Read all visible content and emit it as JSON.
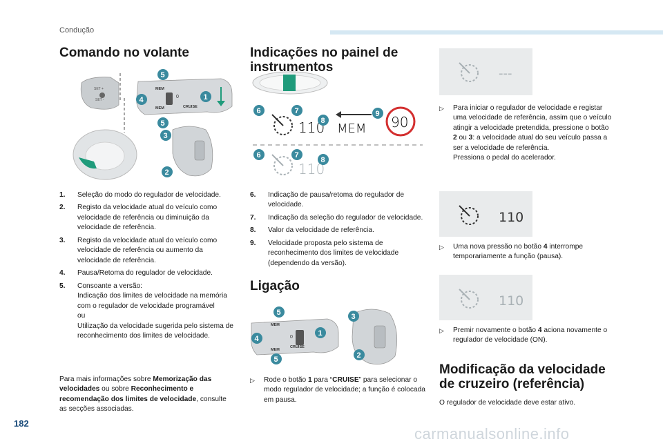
{
  "header": {
    "section": "Condução",
    "page_number": "182"
  },
  "watermark": "carmanualsonline.info",
  "headings": {
    "comando": "Comando no volante",
    "indicacoes": "Indicações no painel de instrumentos",
    "ligacao": "Ligação",
    "modificacao": "Modificação da velocidade de cruzeiro (referência)"
  },
  "list_comando": [
    {
      "n": "1.",
      "t": "Seleção do modo do regulador de velocidade."
    },
    {
      "n": "2.",
      "t": "Registo da velocidade atual do veículo como velocidade de referência ou diminuição da velocidade de referência."
    },
    {
      "n": "3.",
      "t": "Registo da velocidade atual do veículo como velocidade de referência ou aumento da velocidade de referência."
    },
    {
      "n": "4.",
      "t": "Pausa/Retoma do regulador de velocidade."
    },
    {
      "n": "5.",
      "t": "Consoante a versão:\nIndicação dos limites de velocidade na memória com o regulador de velocidade programável\nou\nUtilização da velocidade sugerida pelo sistema de reconhecimento dos limites de velocidade."
    }
  ],
  "more_info": {
    "p1": "Para mais informações sobre ",
    "b1": "Memorização das velocidades",
    "p2": " ou sobre ",
    "b2": "Reconhecimento e recomendação dos limites de velocidade",
    "p3": ", consulte as secções associadas."
  },
  "list_indicacoes": [
    {
      "n": "6.",
      "t": "Indicação de pausa/retoma do regulador de velocidade."
    },
    {
      "n": "7.",
      "t": "Indicação da seleção do regulador de velocidade."
    },
    {
      "n": "8.",
      "t": "Valor da velocidade de referência."
    },
    {
      "n": "9.",
      "t": "Velocidade proposta pelo sistema de reconhecimento dos limites de velocidade (dependendo da versão)."
    }
  ],
  "bullets": {
    "rode": {
      "a": "Rode o botão ",
      "b": "1",
      "c": " para “",
      "d": "CRUISE",
      "e": "” para selecionar o modo regulador de velocidade; a função é colocada em pausa."
    },
    "iniciar": {
      "a": "Para iniciar o regulador de velocidade e registar uma velocidade de referência, assim que o veículo atingir a velocidade pretendida, pressione o botão ",
      "b": "2",
      "c": " ou ",
      "d": "3",
      "e": ": a velocidade atual do seu veículo passa a ser a velocidade de referência.\nPressiona o pedal do acelerador."
    },
    "nova": {
      "a": "Uma nova pressão no botão ",
      "b": "4",
      "c": " interrompe temporariamente a função (pausa)."
    },
    "premir": {
      "a": "Premir novamente o botão ",
      "b": "4",
      "c": " aciona novamente o regulador de velocidade (ON)."
    }
  },
  "regulador_ativo": "O regulador de velocidade deve estar ativo.",
  "displays": {
    "d1_value": "---",
    "d2_value": "110",
    "d3_value": "110"
  },
  "cluster": {
    "speed": "110",
    "mem": "MEM",
    "limit": "90",
    "speed_faded": "110"
  },
  "stalk": {
    "cruise": "CRUISE",
    "mem": "MEM",
    "set_plus": "SET +",
    "set_minus": "SET -",
    "zero": "0"
  },
  "badges": [
    "1",
    "2",
    "3",
    "4",
    "5",
    "6",
    "7",
    "8",
    "9"
  ],
  "icons": {
    "bullet": "arrow-right-triangle-icon",
    "cruise": "speedometer-cruise-icon"
  }
}
